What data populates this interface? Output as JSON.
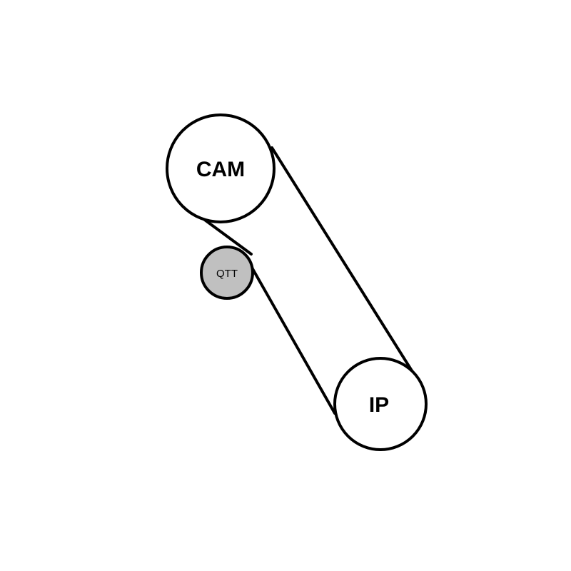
{
  "diagram": {
    "pulleys": [
      {
        "id": "cam",
        "label": "CAM"
      },
      {
        "id": "qtt",
        "label": "QTT"
      },
      {
        "id": "ip",
        "label": "IP"
      }
    ],
    "colors": {
      "stroke": "#000000",
      "pulley_fill": "#ffffff",
      "idler_fill": "#c0c0c0"
    }
  }
}
